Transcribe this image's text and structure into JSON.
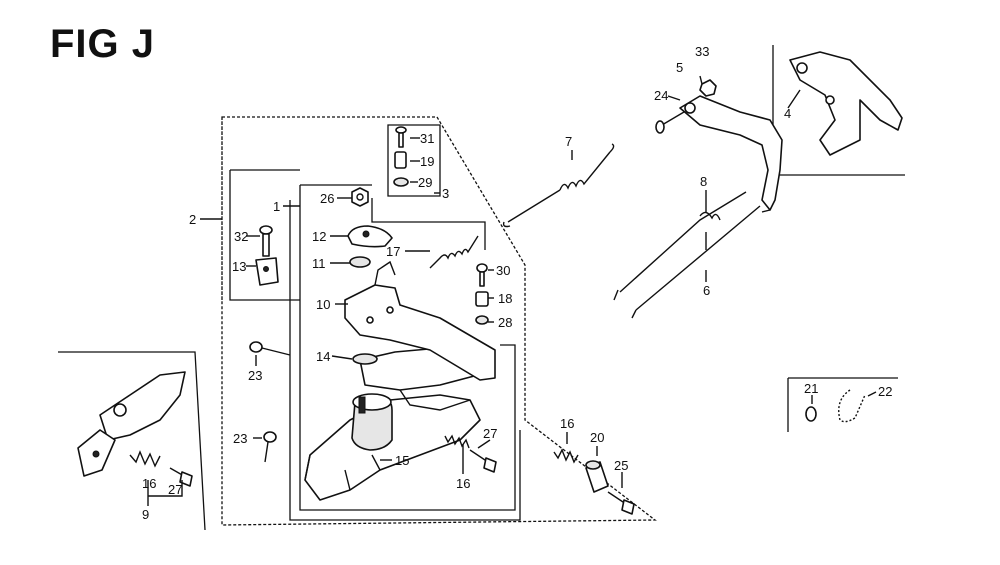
{
  "figure": {
    "title": "FIG J"
  },
  "callouts": [
    "1",
    "2",
    "3",
    "4",
    "5",
    "6",
    "7",
    "8",
    "9",
    "10",
    "11",
    "12",
    "13",
    "14",
    "14",
    "15",
    "16",
    "16",
    "16",
    "16",
    "17",
    "18",
    "19",
    "20",
    "21",
    "22",
    "23",
    "23",
    "24",
    "25",
    "26",
    "27",
    "27",
    "28",
    "29",
    "30",
    "31",
    "32",
    "33"
  ]
}
